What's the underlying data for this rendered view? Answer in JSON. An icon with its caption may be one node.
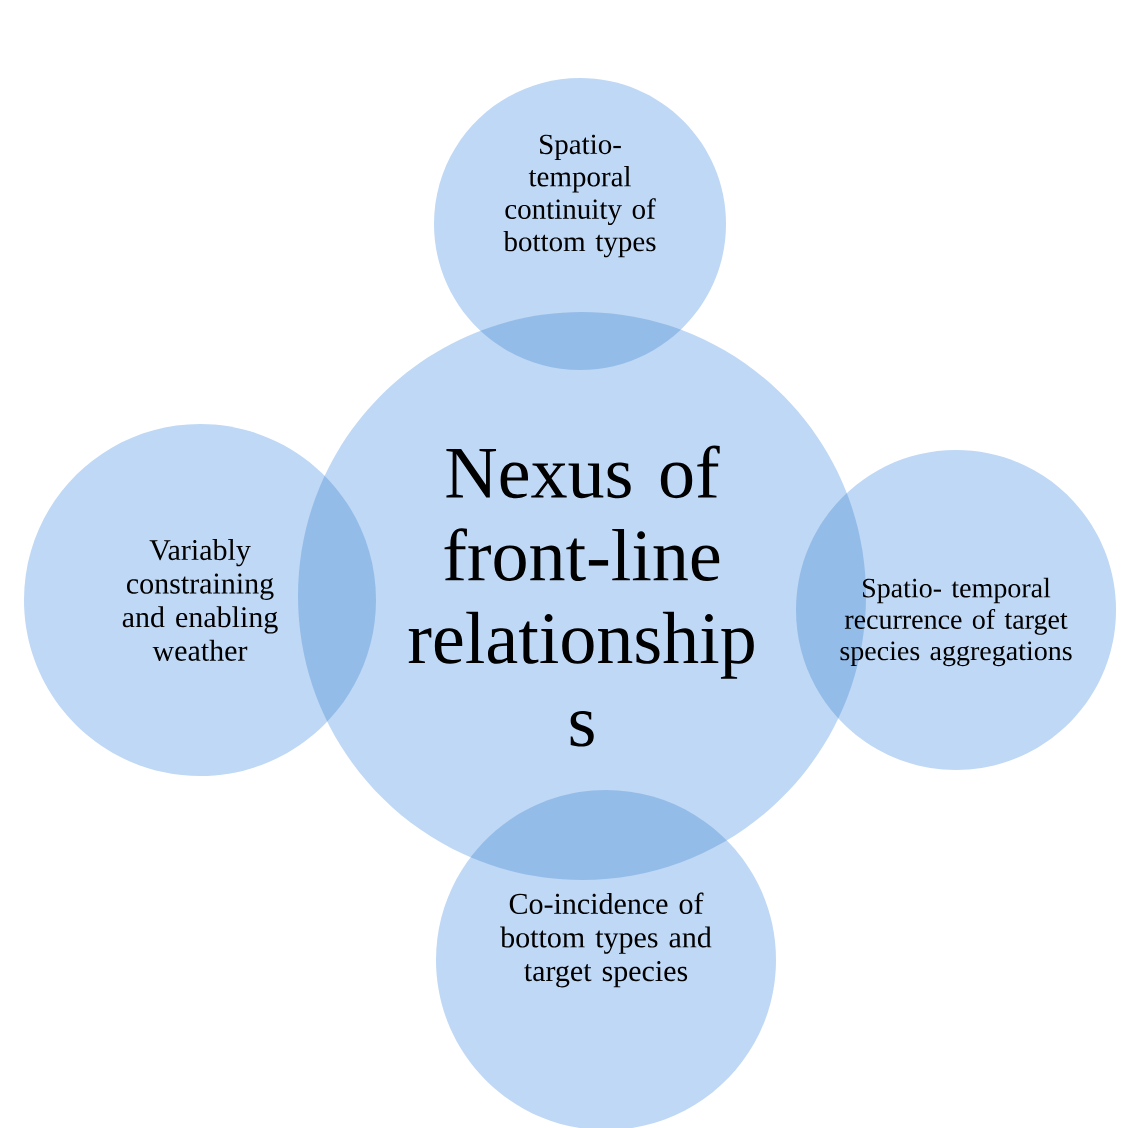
{
  "diagram": {
    "nodes": [
      {
        "text": [
          "Spatio- temporal continuity of bottom types"
        ]
      },
      {
        "text": [
          "Variably constraining and enabling weather"
        ]
      },
      {
        "text": [
          "Nexus of front-line relationship s"
        ]
      },
      {
        "text": [
          "Spatio- temporal recurrence of target species aggregations"
        ]
      },
      {
        "text": [
          "Co-incidence of bottom types and target species"
        ]
      }
    ]
  }
}
